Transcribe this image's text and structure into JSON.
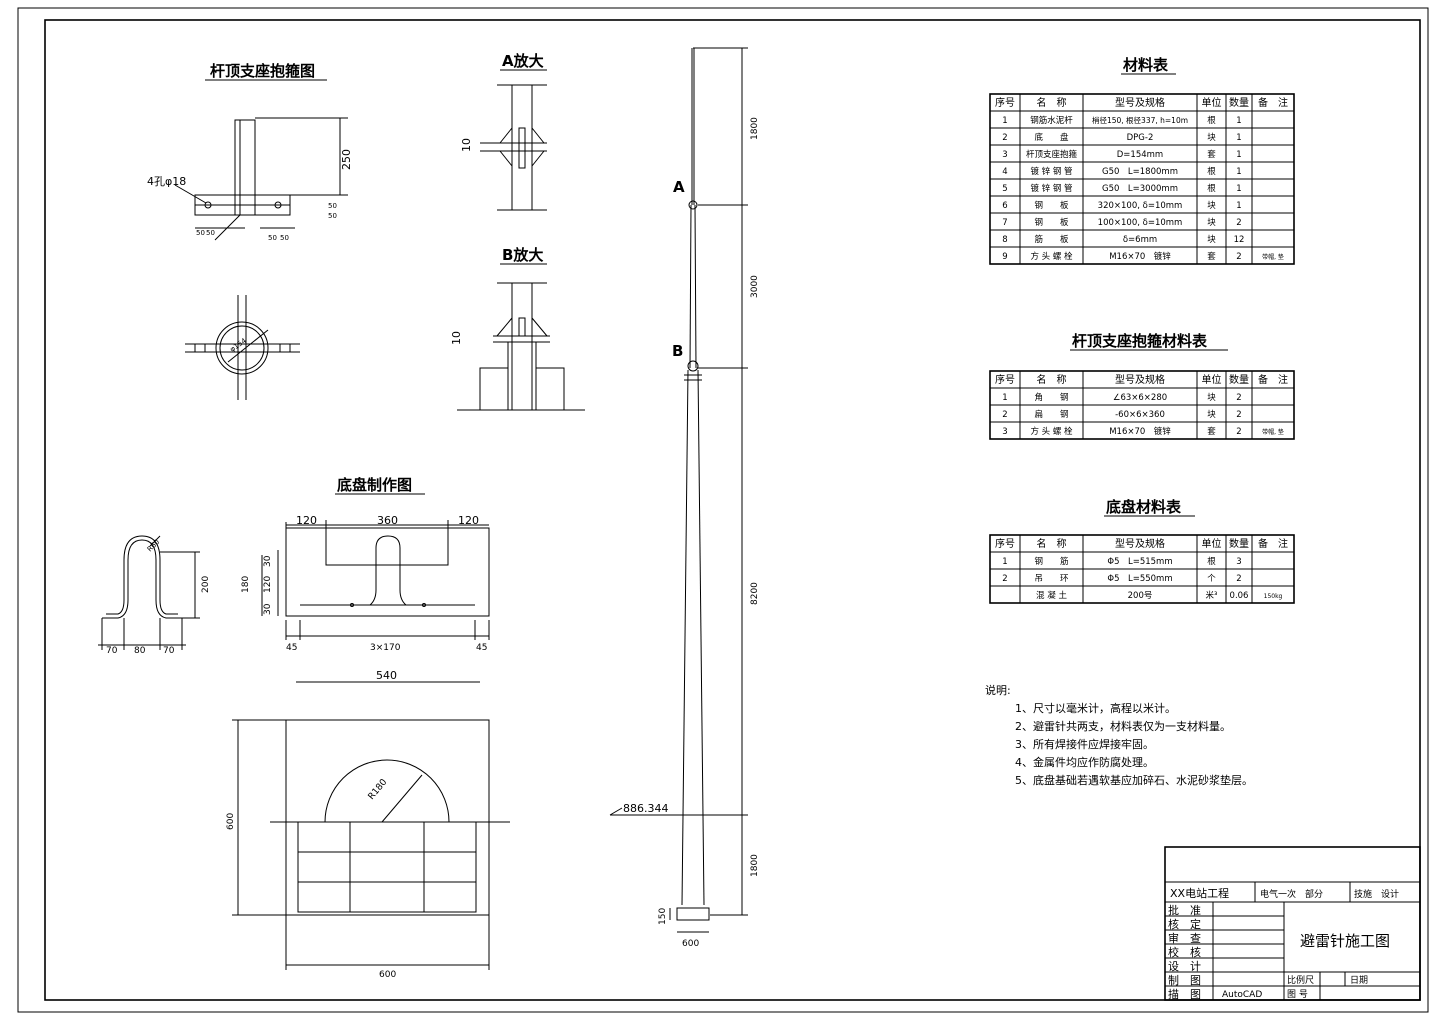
{
  "titles": {
    "clamp": "杆顶支座抱箍图",
    "a_zoom": "A放大",
    "b_zoom": "B放大",
    "base_make": "底盘制作图",
    "mat": "材料表",
    "clamp_mat": "杆顶支座抱箍材料表",
    "base_mat": "底盘材料表"
  },
  "dims": {
    "d250": "250",
    "hole": "4孔φ18",
    "d50a": "50",
    "d50b": "50",
    "d50c": "50",
    "d50d": "50",
    "d50e": "50",
    "d50f": "50",
    "d154": "φ154",
    "d10a": "10",
    "d10b": "10",
    "d1800t": "1800",
    "d3000": "3000",
    "d8200": "8200",
    "d1800b": "1800",
    "d150": "150",
    "d600p": "600",
    "elev": "886.344",
    "ptA": "A",
    "ptB": "B",
    "r60": "R60",
    "d200": "200",
    "d70a": "70",
    "d80": "80",
    "d70b": "70",
    "d120a": "120",
    "d360": "360",
    "d120b": "120",
    "d30a": "30",
    "d120v": "120",
    "d30b": "30",
    "d180": "180",
    "d45a": "45",
    "d3x170": "3×170",
    "d45b": "45",
    "d540": "540",
    "r180": "R180",
    "d600v": "600",
    "d600h": "600"
  },
  "mat_headers": [
    "序号",
    "名　称",
    "型号及规格",
    "单位",
    "数量",
    "备　注"
  ],
  "mat_rows": [
    [
      "1",
      "钢筋水泥杆",
      "梢径150, 根径337, h=10m",
      "根",
      "1",
      ""
    ],
    [
      "2",
      "底　　盘",
      "DPG-2",
      "块",
      "1",
      ""
    ],
    [
      "3",
      "杆顶支座抱箍",
      "D=154mm",
      "套",
      "1",
      ""
    ],
    [
      "4",
      "镀 锌 钢 管",
      "G50　L=1800mm",
      "根",
      "1",
      ""
    ],
    [
      "5",
      "镀 锌 钢 管",
      "G50　L=3000mm",
      "根",
      "1",
      ""
    ],
    [
      "6",
      "钢　　板",
      "320×100, δ=10mm",
      "块",
      "1",
      ""
    ],
    [
      "7",
      "钢　　板",
      "100×100, δ=10mm",
      "块",
      "2",
      ""
    ],
    [
      "8",
      "筋　　板",
      "δ=6mm",
      "块",
      "12",
      ""
    ],
    [
      "9",
      "方 头 螺 栓",
      "M16×70　镀锌",
      "套",
      "2",
      "带帽, 垫"
    ]
  ],
  "clamp_rows": [
    [
      "1",
      "角　　钢",
      "∠63×6×280",
      "块",
      "2",
      ""
    ],
    [
      "2",
      "扁　　钢",
      "-60×6×360",
      "块",
      "2",
      ""
    ],
    [
      "3",
      "方 头 螺 栓",
      "M16×70　镀锌",
      "套",
      "2",
      "带帽, 垫"
    ]
  ],
  "base_rows": [
    [
      "1",
      "钢　　筋",
      "Φ5　L=515mm",
      "根",
      "3",
      ""
    ],
    [
      "2",
      "吊　　环",
      "Φ5　L=550mm",
      "个",
      "2",
      ""
    ],
    [
      "",
      "混 凝 土",
      "200号",
      "米³",
      "0.06",
      "150kg"
    ]
  ],
  "notes": {
    "head": "说明:",
    "items": [
      "1、尺寸以毫米计，高程以米计。",
      "2、避雷针共两支，材料表仅为一支材料量。",
      "3、所有焊接件应焊接牢固。",
      "4、金属件均应作防腐处理。",
      "5、底盘基础若遇软基应加碎石、水泥砂浆垫层。"
    ]
  },
  "titleblock": {
    "project": "XX电站工程",
    "part": "电气一次　部分",
    "stage": "技施　设计",
    "roles": [
      "批　准",
      "核　定",
      "审　查",
      "校　核",
      "设　计",
      "制　图",
      "描　图"
    ],
    "software": "AutoCAD",
    "drawing": "避雷针施工图",
    "scale": "比例尺",
    "date": "日期",
    "number": "图 号"
  }
}
